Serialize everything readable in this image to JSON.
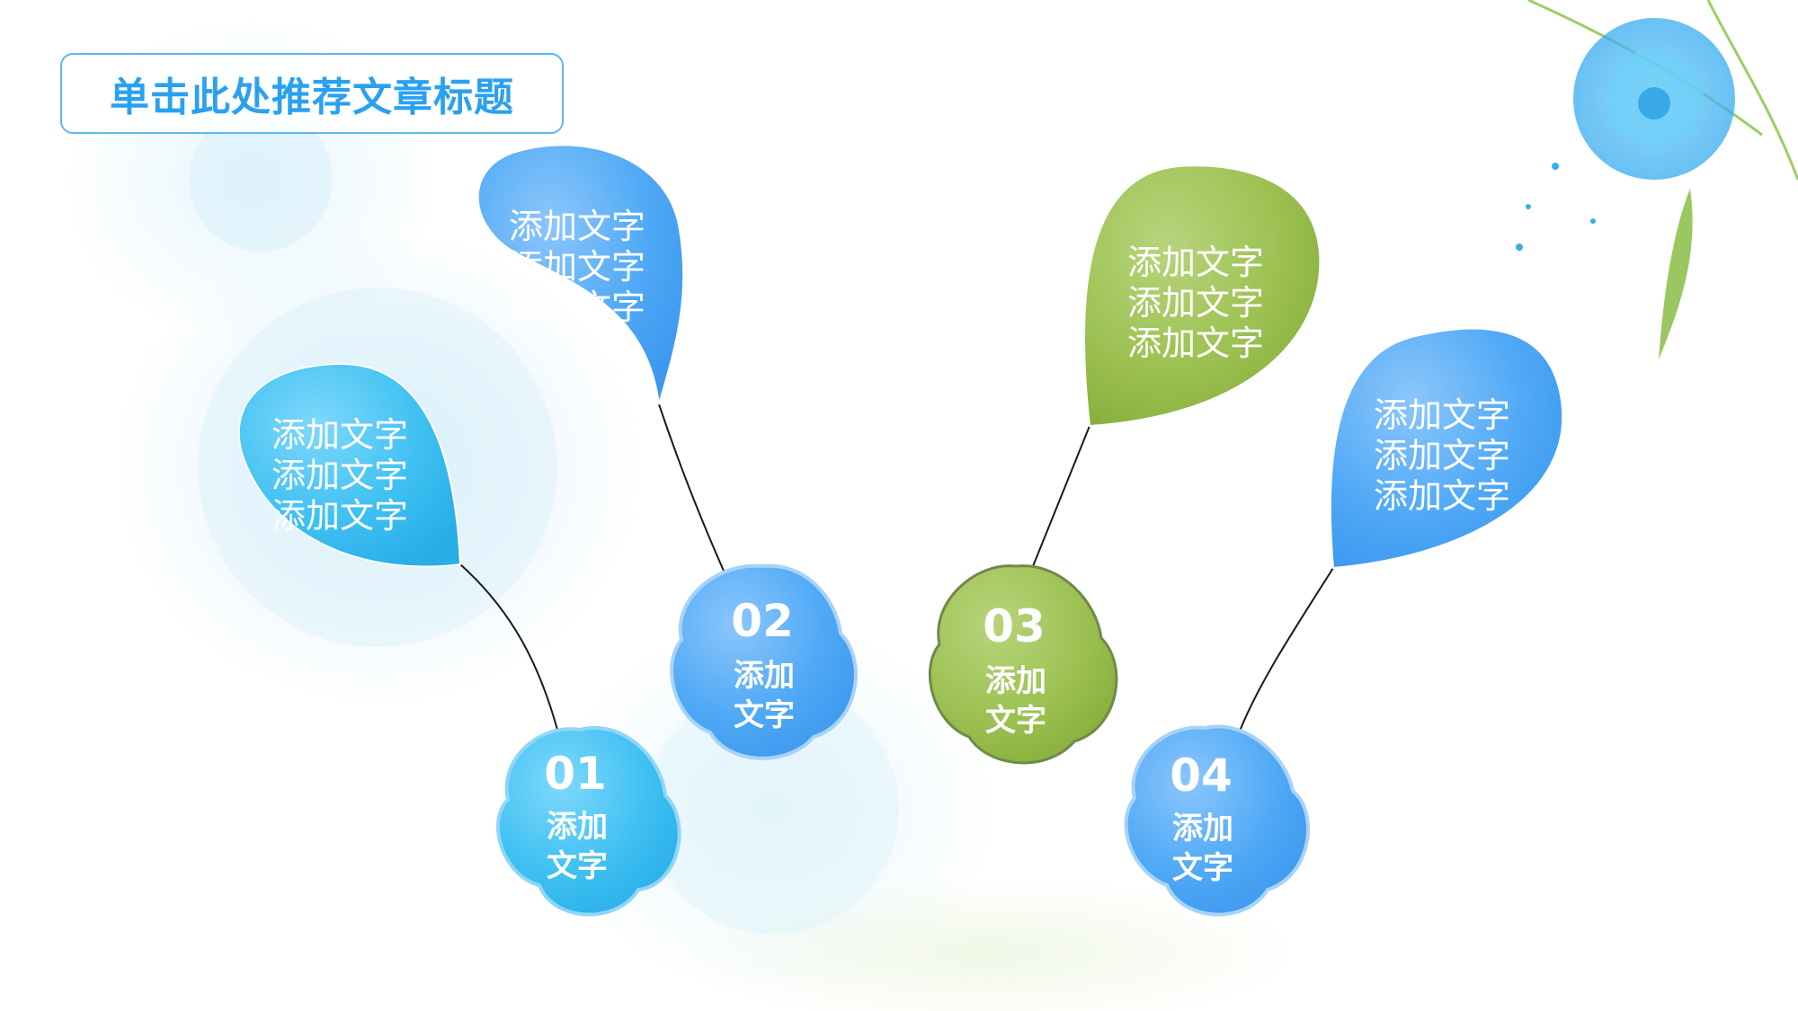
{
  "slide": {
    "title": "单击此处推荐文章标题",
    "colors": {
      "blue_light": "#3fbff0",
      "blue": "#4aa6f4",
      "green": "#92bb48",
      "title_border": "#5cb8f0",
      "title_text": "#2aa1f0"
    }
  },
  "items": [
    {
      "number": "01",
      "label_line1": "添加",
      "label_line2": "文字",
      "text": [
        "添加文字",
        "添加文字",
        "添加文字"
      ],
      "color": "light-blue"
    },
    {
      "number": "02",
      "label_line1": "添加",
      "label_line2": "文字",
      "text": [
        "添加文字",
        "添加文字",
        "添加文字"
      ],
      "color": "blue"
    },
    {
      "number": "03",
      "label_line1": "添加",
      "label_line2": "文字",
      "text": [
        "添加文字",
        "添加文字",
        "添加文字"
      ],
      "color": "green"
    },
    {
      "number": "04",
      "label_line1": "添加",
      "label_line2": "文字",
      "text": [
        "添加文字",
        "添加文字",
        "添加文字"
      ],
      "color": "blue"
    }
  ]
}
